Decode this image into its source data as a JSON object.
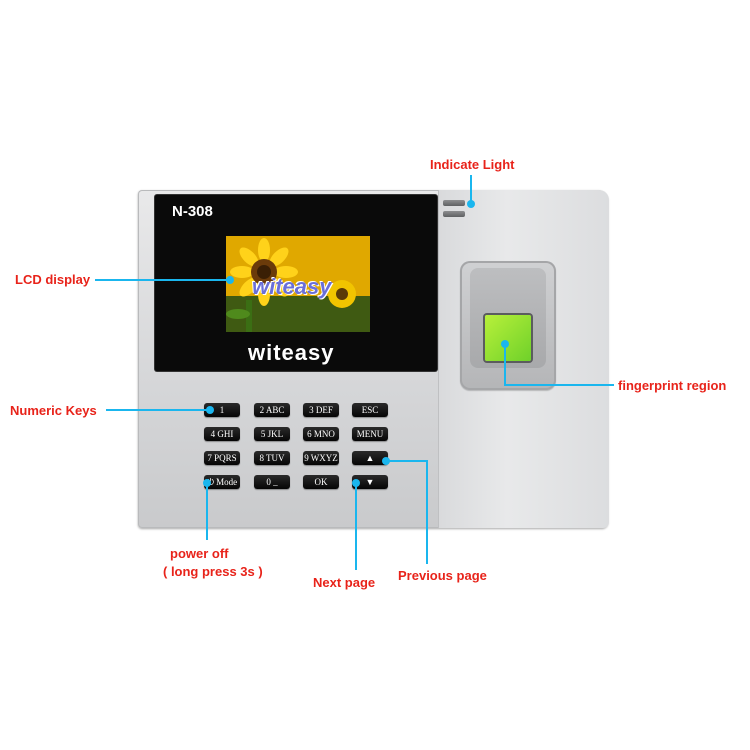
{
  "device": {
    "model": "N-308",
    "brand": "witeasy",
    "lcd_logo": "witeasy"
  },
  "keypad": {
    "row1": [
      "1",
      "2 ABC",
      "3 DEF",
      "ESC"
    ],
    "row2": [
      "4 GHI",
      "5 JKL",
      "6 MNO",
      "MENU"
    ],
    "row3": [
      "7 PQRS",
      "8 TUV",
      "9 WXYZ",
      "▲"
    ],
    "row4": [
      "⏻ Mode",
      "0 _",
      "OK",
      "▼"
    ]
  },
  "callouts": {
    "indicate_light": "Indicate Light",
    "lcd_display": "LCD display",
    "numeric_keys": "Numeric Keys",
    "fingerprint_region": "fingerprint region",
    "power_off_1": "power off",
    "power_off_2": "( long press 3s )",
    "next_page": "Next page",
    "previous_page": "Previous page"
  },
  "colors": {
    "callout_text": "#e8231a",
    "leader_line": "#1ab6ee",
    "sensor": "#8de032"
  }
}
